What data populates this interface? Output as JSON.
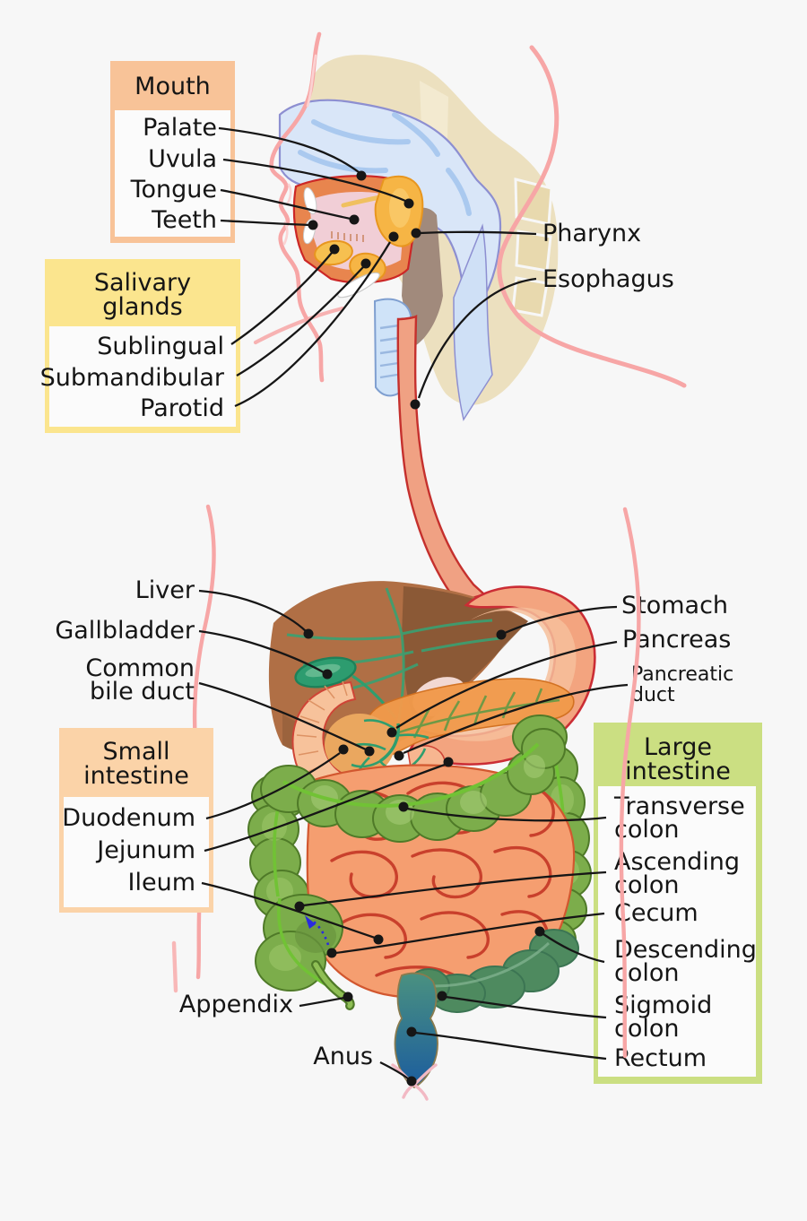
{
  "title": "Human digestive system diagram",
  "boxes": {
    "mouth": {
      "title": "Mouth",
      "items": [
        "Palate",
        "Uvula",
        "Tongue",
        "Teeth"
      ],
      "accent_color": "#f8c398"
    },
    "salivary": {
      "title": "Salivary glands",
      "items": [
        "Sublingual",
        "Submandibular",
        "Parotid"
      ],
      "accent_color": "#fbe58e"
    },
    "small_intestine": {
      "title": "Small intestine",
      "items": [
        "Duodenum",
        "Jejunum",
        "Ileum"
      ],
      "accent_color": "#fbd3a8"
    },
    "large_intestine": {
      "title": "Large intestine",
      "items": [
        "Transverse colon",
        "Ascending colon",
        "Cecum",
        "Descending colon",
        "Sigmoid colon",
        "Rectum"
      ],
      "accent_color": "#cbdf82"
    }
  },
  "labels": {
    "pharynx": "Pharynx",
    "esophagus": "Esophagus",
    "liver": "Liver",
    "gallbladder": "Gallbladder",
    "common_bile_duct": "Common bile duct",
    "stomach": "Stomach",
    "pancreas": "Pancreas",
    "pancreatic_duct": "Pancreatic duct",
    "appendix": "Appendix",
    "anus": "Anus"
  },
  "palette": {
    "background": "#f7f7f7",
    "body_outline": "#f7a6a6",
    "leader_line": "#161616",
    "esophagus": "#f0a183",
    "liver": "#b06f45",
    "gallbladder": "#2d9c6f",
    "stomach": "#f3a47f",
    "pancreas": "#f19a4b",
    "small_intestine": "#f59e70",
    "large_intestine": "#7cad4b",
    "sigmoid_rectum": "#4e8a5f",
    "rectum_blue": "#1c5d9e",
    "salivary_gland": "#f6b545",
    "palate_blue": "#d9e6f8"
  }
}
